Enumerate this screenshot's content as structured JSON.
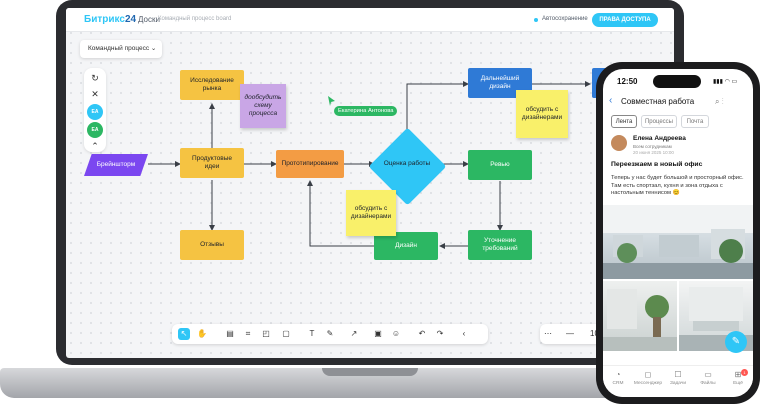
{
  "app": {
    "brand_a": "Битрикс",
    "brand_b": "24",
    "section": "Доски",
    "doc_title": "Командный процесс board",
    "autosave": "Автосохранение",
    "access_button": "ПРАВА ДОСТУПА",
    "board_select": "Командный процесс ⌄"
  },
  "sidebar": {
    "avatars": [
      "ЕА",
      "ЕА"
    ],
    "collapse": "⌃"
  },
  "board": {
    "nodes": {
      "brainstorm": "Брейншторм",
      "market_research": "Исследование рынка",
      "product_ideas": "Продуктовые идеи",
      "feedback": "Отзывы",
      "prototyping": "Прототипирование",
      "evaluation": "Оценка работы",
      "further_design": "Дальнейший дизайн",
      "review": "Ревью",
      "design": "Дизайн",
      "requirements": "Уточнение требований"
    },
    "stickies": {
      "refine_scheme": "дообсудить схему процесса",
      "discuss_designers_1": "обсудить с дизайнерами",
      "discuss_designers_2": "обсудить с дизайнерами"
    },
    "cursor_user": "Екатерина Антонова"
  },
  "toolbar": {
    "zoom_minus": "—",
    "zoom_value": "10"
  },
  "colors": {
    "accent": "#2fc6f6",
    "purple": "#7b47f0",
    "yellow": "#f5c342",
    "orange": "#f39c44",
    "green": "#2cb763",
    "blue": "#2f7ad6",
    "teal": "#2fc6f6"
  },
  "phone": {
    "time": "12:50",
    "status": "▮▮▮ ◠ ▭",
    "title": "Совместная работа",
    "tabs": [
      "Лента",
      "Процессы",
      "Почта"
    ],
    "author": "Елена Андреева",
    "author_role": "Всем сотрудникам",
    "date": "20 июня 2025 10:00",
    "post_title": "Переезжаем в новый офис",
    "post_text": "Теперь у нас будет большой и просторный офис. Там есть спортзал, кухня и зона отдыха с настольным теннисом 😊",
    "nav": [
      {
        "label": "CRM",
        "icon": "◔"
      },
      {
        "label": "Мессенджер",
        "icon": "◻"
      },
      {
        "label": "Задачи",
        "icon": "☐"
      },
      {
        "label": "Файлы",
        "icon": "▭"
      },
      {
        "label": "Ещё",
        "icon": "⊞",
        "badge": "1"
      }
    ]
  }
}
